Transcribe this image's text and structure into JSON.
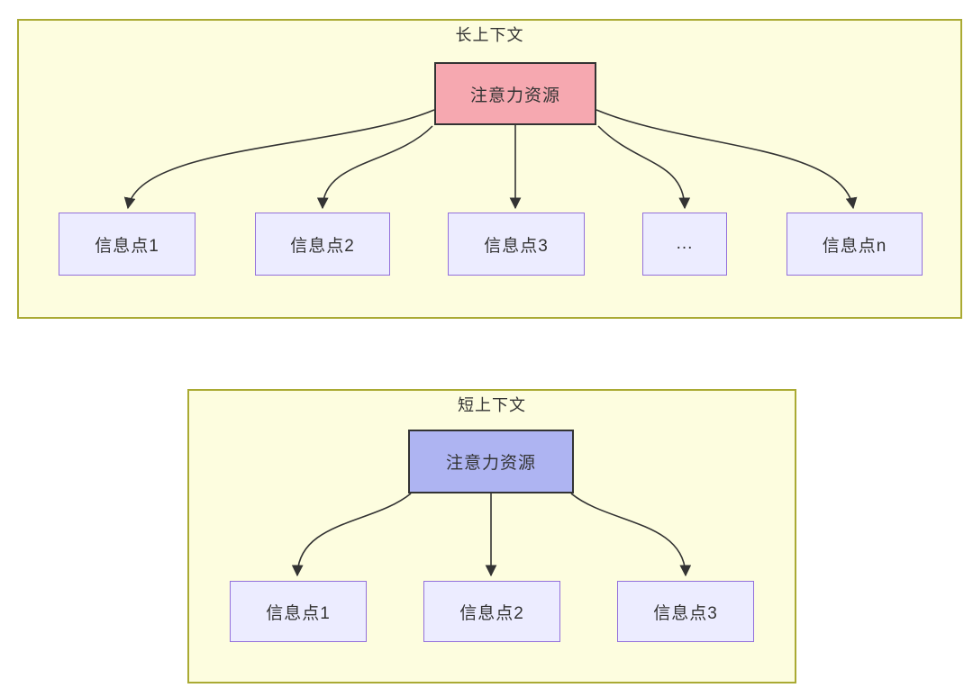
{
  "colors": {
    "container_fill": "#fdfddf",
    "container_border": "#aaaa33",
    "node_fill": "#ececff",
    "node_border": "#9370db",
    "long_attention_fill": "#f6a8b0",
    "short_attention_fill": "#aeb4f2",
    "attention_border": "#333333",
    "arrow_color": "#333333",
    "text_color": "#333333"
  },
  "long_context": {
    "title": "长上下文",
    "attention_label": "注意力资源",
    "nodes": [
      {
        "label": "信息点1"
      },
      {
        "label": "信息点2"
      },
      {
        "label": "信息点3"
      },
      {
        "label": "..."
      },
      {
        "label": "信息点n"
      }
    ]
  },
  "short_context": {
    "title": "短上下文",
    "attention_label": "注意力资源",
    "nodes": [
      {
        "label": "信息点1"
      },
      {
        "label": "信息点2"
      },
      {
        "label": "信息点3"
      }
    ]
  }
}
